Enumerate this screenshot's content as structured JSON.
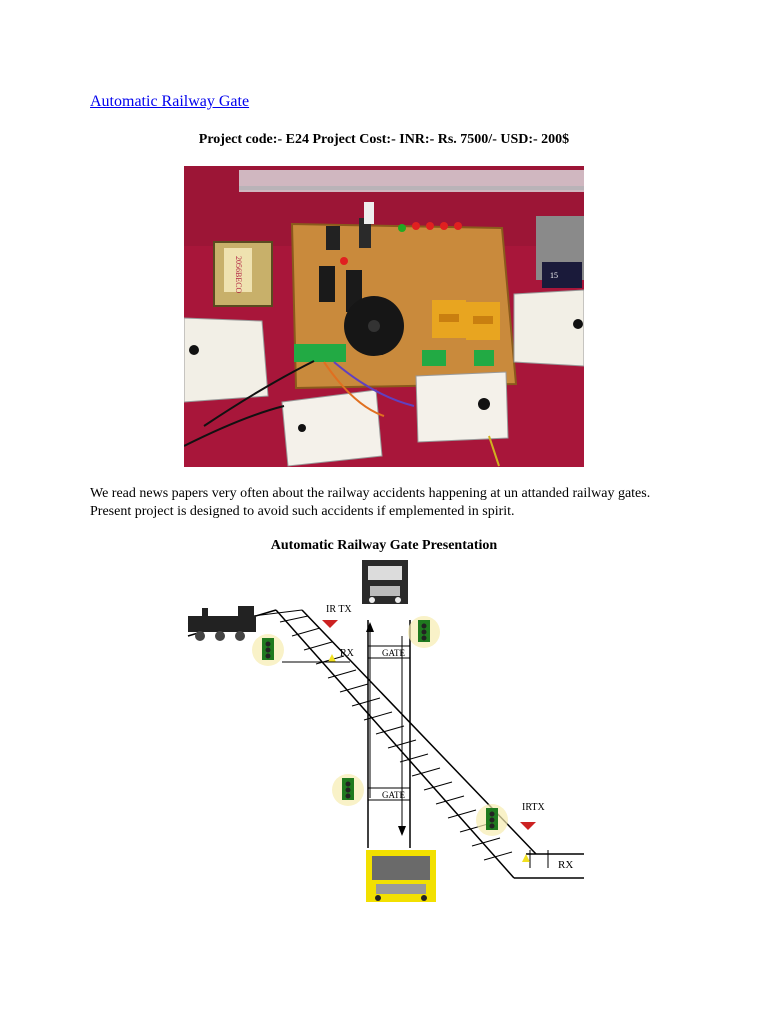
{
  "heading": {
    "link_text": "Automatic Railway Gate"
  },
  "project": {
    "line": "Project code:- E24 Project Cost:- INR:- Rs. 7500/- USD:- 200$"
  },
  "photo": {
    "transformer_label": "2056BECO",
    "motor_label": "15"
  },
  "description": "We read news papers very often about the railway accidents happening at un attanded railway gates. Present project is designed to avoid such accidents if emplemented in spirit.",
  "presentation": {
    "title": "Automatic Railway Gate Presentation",
    "labels": {
      "irtx_top": "IR TX",
      "rx_top": "RX",
      "gate_top": "GATE",
      "gate_bottom": "GATE",
      "irtx_bottom": "IRTX",
      "rx_bottom": "RX"
    }
  },
  "colors": {
    "link": "#0000ee",
    "tablecloth": "#b0173a",
    "pcb": "#c98a3c",
    "bus_yellow": "#f2e000",
    "signal_green": "#1f7a1f",
    "ir_red": "#cc2222"
  }
}
